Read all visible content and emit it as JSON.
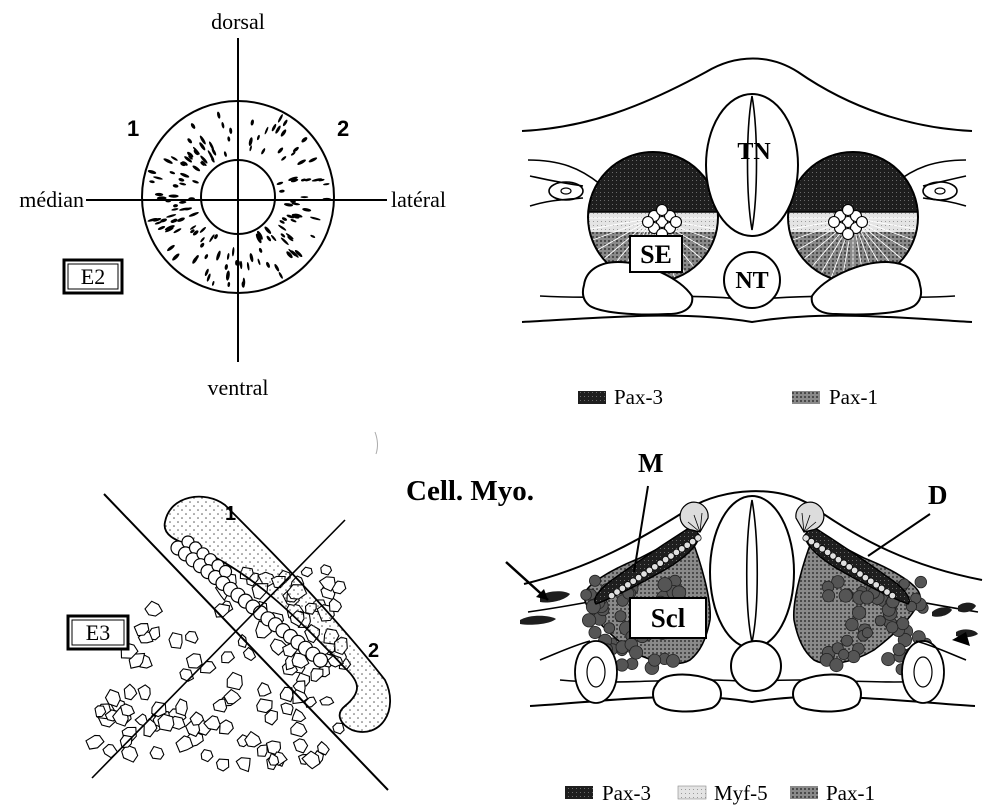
{
  "panel_e2": {
    "tag": "E2",
    "axis_top": "dorsal",
    "axis_bottom": "ventral",
    "axis_left": "médian",
    "axis_right": "latéral",
    "quadrant_left": "1",
    "quadrant_right": "2"
  },
  "panel_e2_section": {
    "label_tube": "TN",
    "label_somite": "SE",
    "label_notochord": "NT",
    "legend": [
      "Pax-3",
      "Pax-1"
    ]
  },
  "panel_e3": {
    "tag": "E3",
    "label_top": "1",
    "label_bottom": "2"
  },
  "panel_e3_section": {
    "label_myo": "Cell. Myo.",
    "label_m": "M",
    "label_d": "D",
    "label_scl": "Scl",
    "legend": [
      "Pax-3",
      "Myf-5",
      "Pax-1"
    ]
  },
  "colors": {
    "pax3": "#1e1e1e",
    "myf5": "#dedede",
    "pax1": "#5e5e5e",
    "stroke": "#000000"
  }
}
